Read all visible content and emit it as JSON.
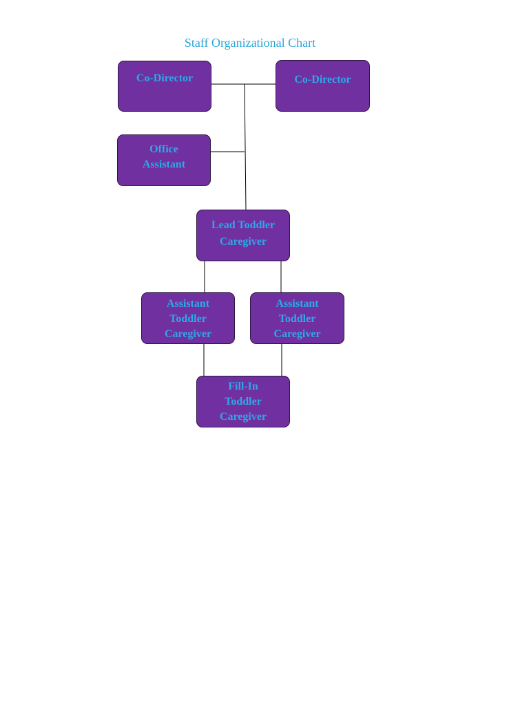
{
  "title": "Staff Organizational Chart",
  "nodes": [
    {
      "id": "co-director-1",
      "lines": [
        "Co-Director"
      ]
    },
    {
      "id": "co-director-2",
      "lines": [
        "Co-Director"
      ]
    },
    {
      "id": "office-assistant",
      "lines": [
        "Office",
        "Assistant"
      ]
    },
    {
      "id": "lead-toddler-caregiver",
      "lines": [
        "Lead Toddler",
        "Caregiver"
      ]
    },
    {
      "id": "assistant-toddler-caregiver-1",
      "lines": [
        "Assistant",
        "Toddler",
        "Caregiver"
      ]
    },
    {
      "id": "assistant-toddler-caregiver-2",
      "lines": [
        "Assistant",
        "Toddler",
        "Caregiver"
      ]
    },
    {
      "id": "fill-in-toddler-caregiver",
      "lines": [
        "Fill-In",
        "Toddler",
        "Caregiver"
      ]
    }
  ],
  "colors": {
    "box_fill": "#7030a0",
    "box_text": "#2fa8e8",
    "title": "#2aa6d6",
    "connector": "#000000"
  }
}
